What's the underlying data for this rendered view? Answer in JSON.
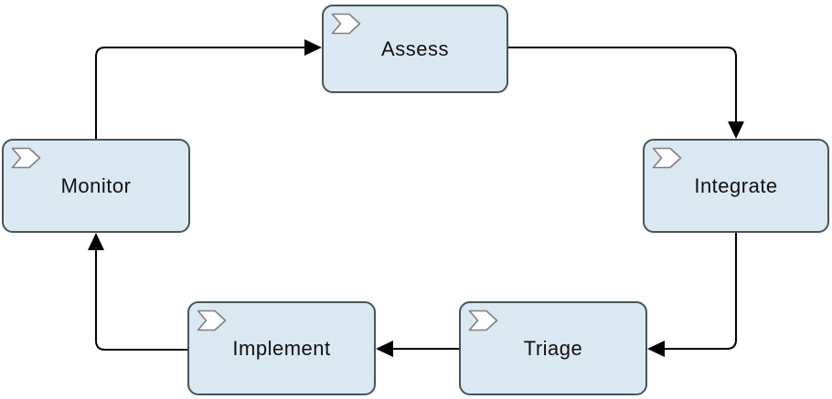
{
  "diagram": {
    "type": "process-cycle",
    "background_color": "#ffffff",
    "node_fill_color": "#d9e8f1",
    "node_border_color": "#46535a",
    "connector_color": "#000000",
    "icon_name": "process-chevron-icon",
    "icon_fill_color": "#ffffff",
    "icon_stroke_color": "#808080",
    "nodes": [
      {
        "id": "assess",
        "label": "Assess"
      },
      {
        "id": "integrate",
        "label": "Integrate"
      },
      {
        "id": "triage",
        "label": "Triage"
      },
      {
        "id": "implement",
        "label": "Implement"
      },
      {
        "id": "monitor",
        "label": "Monitor"
      }
    ],
    "edges": [
      {
        "from": "Monitor",
        "to": "Assess"
      },
      {
        "from": "Assess",
        "to": "Integrate"
      },
      {
        "from": "Integrate",
        "to": "Triage"
      },
      {
        "from": "Triage",
        "to": "Implement"
      },
      {
        "from": "Implement",
        "to": "Monitor"
      }
    ]
  }
}
